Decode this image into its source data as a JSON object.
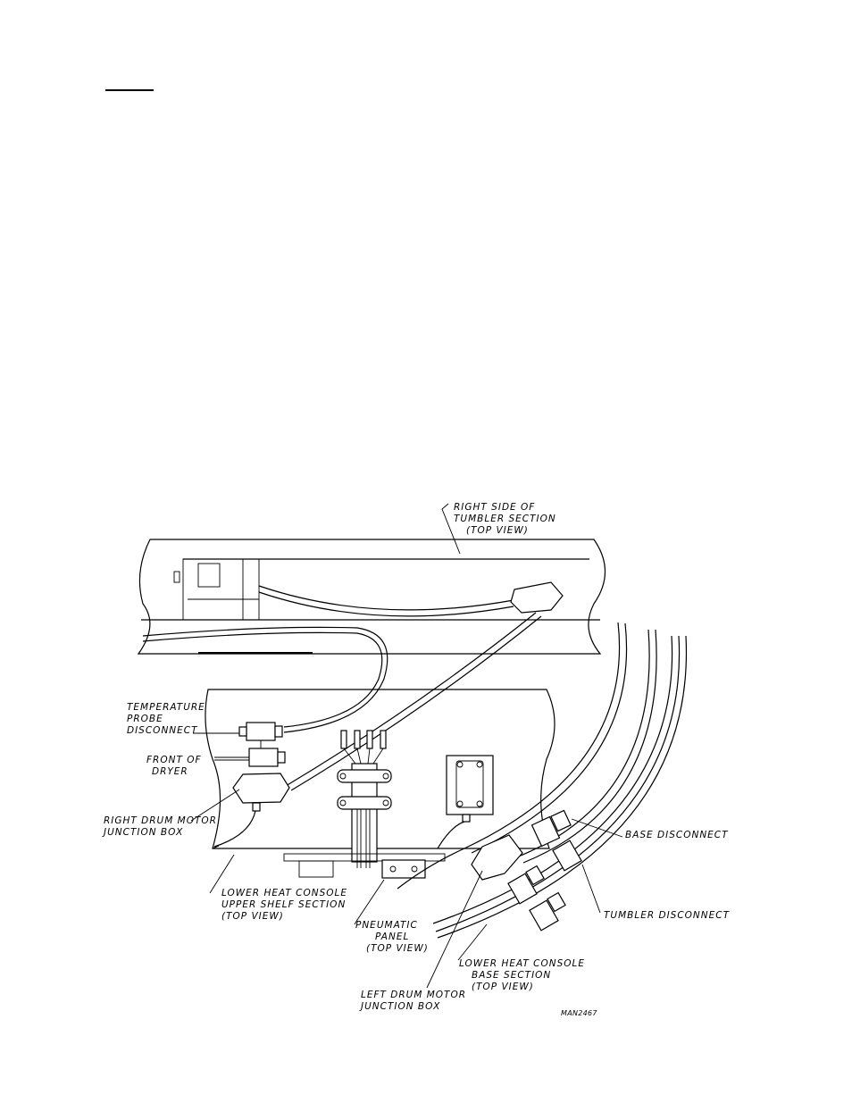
{
  "labels": {
    "right_side": [
      "RIGHT SIDE OF",
      "TUMBLER SECTION",
      "(TOP VIEW)"
    ],
    "temp_probe": [
      "TEMPERATURE",
      "PROBE",
      "DISCONNECT"
    ],
    "front_dryer": [
      "FRONT OF",
      "DRYER"
    ],
    "right_drum": [
      "RIGHT DRUM MOTOR",
      "JUNCTION BOX"
    ],
    "upper_shelf": [
      "LOWER HEAT CONSOLE",
      "UPPER SHELF SECTION",
      "(TOP VIEW)"
    ],
    "pneumatic": [
      "PNEUMATIC",
      "PANEL",
      "(TOP VIEW)"
    ],
    "left_drum": [
      "LEFT DRUM MOTOR",
      "JUNCTION BOX"
    ],
    "base_section": [
      "LOWER HEAT CONSOLE",
      "BASE SECTION",
      "(TOP VIEW)"
    ],
    "base_disconnect": "BASE DISCONNECT",
    "tumbler_disconnect": "TUMBLER DISCONNECT",
    "drawing_code": "MAN2467"
  }
}
